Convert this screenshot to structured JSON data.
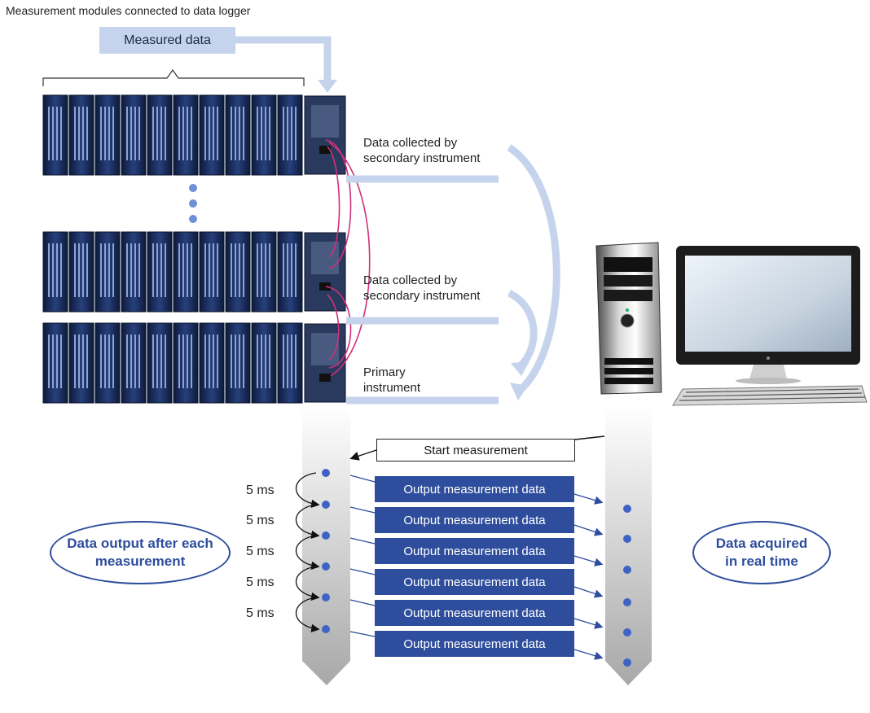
{
  "title": "Measurement modules connected to data logger",
  "measured_data_label": "Measured data",
  "secondary_label_1": "Data collected by secondary instrument",
  "secondary_label_2": "Data collected by secondary instrument",
  "primary_label": "Primary instrument",
  "start_measurement": "Start measurement",
  "output_boxes": [
    "Output measurement data",
    "Output measurement data",
    "Output measurement data",
    "Output measurement data",
    "Output measurement data",
    "Output measurement data"
  ],
  "interval_labels": [
    "5 ms",
    "5 ms",
    "5 ms",
    "5 ms",
    "5 ms"
  ],
  "left_ellipse": "Data output after each measurement",
  "right_ellipse": "Data acquired in real time",
  "colors": {
    "accent": "#2e4d9c",
    "light_blue": "#c5d4ec",
    "dot": "#3f63c4",
    "cable": "#d0307a"
  }
}
